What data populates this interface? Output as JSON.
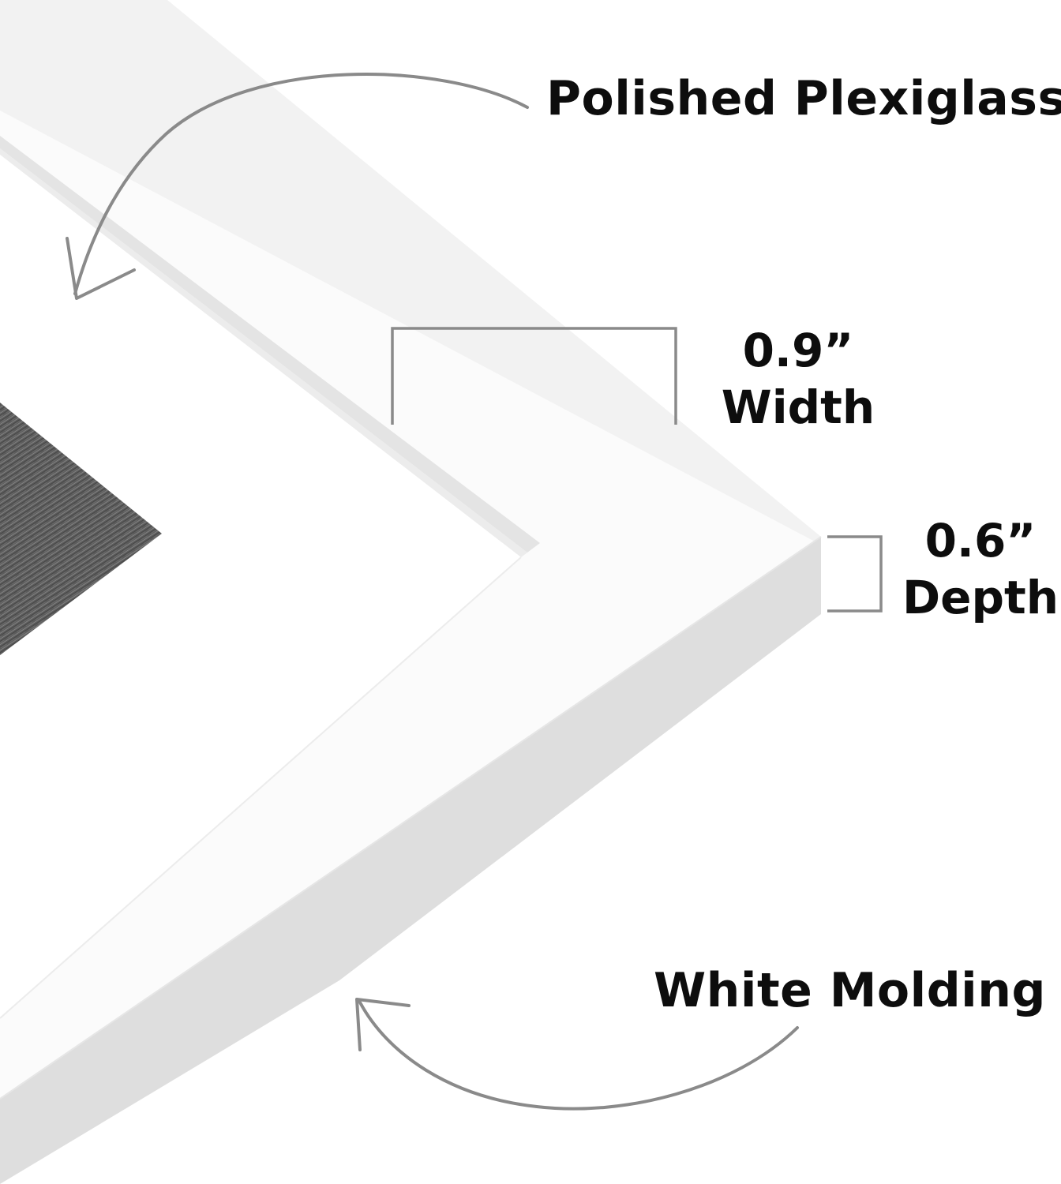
{
  "callouts": {
    "plexiglass": "Polished Plexiglass",
    "width_value": "0.9”",
    "width_label": "Width",
    "depth_value": "0.6”",
    "depth_label": "Depth",
    "molding": "White Molding"
  },
  "colors": {
    "background": "#ffffff",
    "frame_face": "#fbfbfb",
    "frame_edge": "#dedede",
    "mat": "#ffffff",
    "photo": "#5a5a5a",
    "annotation_lines": "#8a8a8a",
    "text": "#0d0d0d"
  }
}
